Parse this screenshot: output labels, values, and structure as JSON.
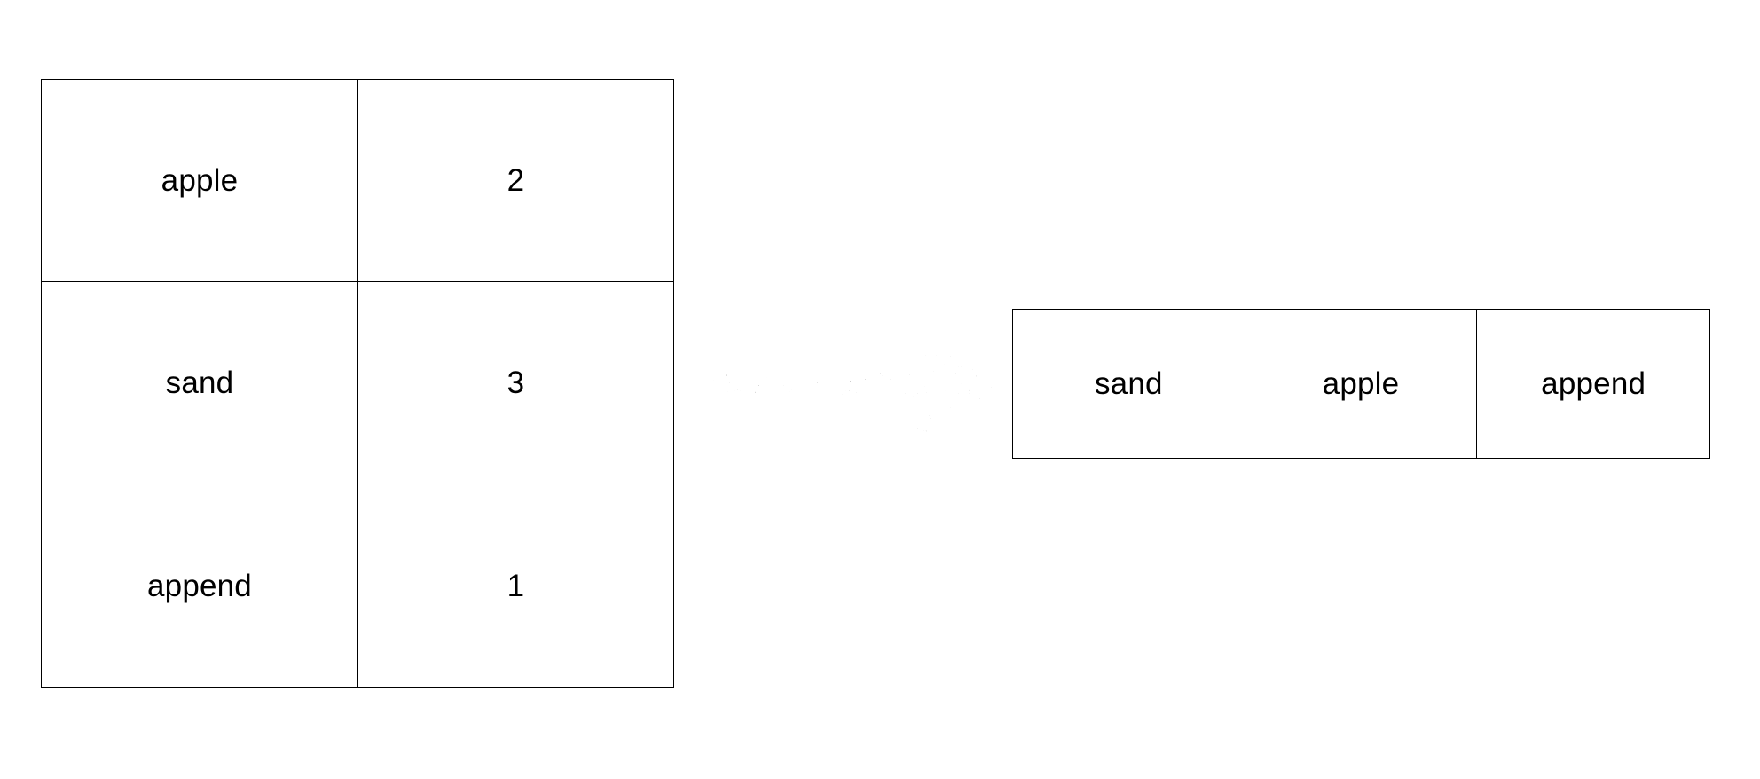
{
  "page": {
    "background_color": "#ffffff",
    "text_color": "#000000",
    "border_color": "#000000"
  },
  "diagram": {
    "left_table": {
      "rows": [
        {
          "key": "apple",
          "value": "2"
        },
        {
          "key": "sand",
          "value": "3"
        },
        {
          "key": "append",
          "value": "1"
        }
      ]
    },
    "arrow": {
      "icon": "arrow-right",
      "direction": "right",
      "style": "hand-drawn",
      "color": "#000000"
    },
    "right_table": {
      "cells": [
        "sand",
        "apple",
        "append"
      ]
    }
  }
}
